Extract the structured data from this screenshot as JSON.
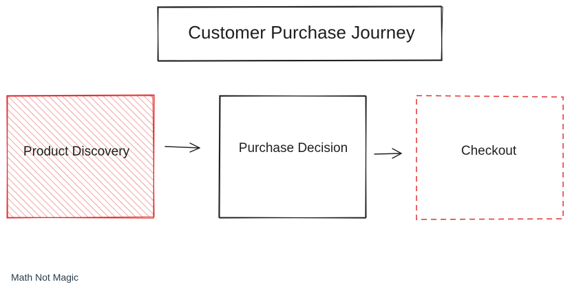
{
  "title": "Customer Purchase Journey",
  "steps": [
    {
      "label": "Product Discovery",
      "style": "hatched",
      "color": "#e03131"
    },
    {
      "label": "Purchase Decision",
      "style": "solid",
      "color": "#1e1e1e"
    },
    {
      "label": "Checkout",
      "style": "dashed",
      "color": "#e03131"
    }
  ],
  "footer": "Math Not Magic"
}
